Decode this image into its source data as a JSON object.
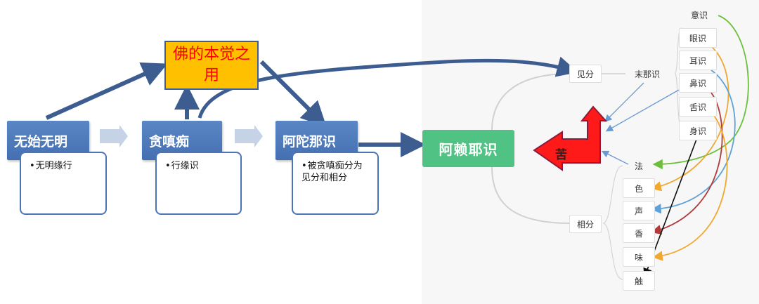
{
  "stages": {
    "wushi": "无始无明",
    "tanchenchi": "贪嗔痴",
    "atuona": "阿陀那识"
  },
  "notes": {
    "wushi": "无明缘行",
    "tanchenchi": "行缘识",
    "atuona": "被贪嗔痴分为见分和相分"
  },
  "fojue": "佛的本觉之用",
  "alaya": "阿赖耶识",
  "ku": "苦",
  "mindmap": {
    "jianfen": "见分",
    "xiangfen": "相分",
    "monashi": "末那识",
    "consciousness": [
      "意识",
      "眼识",
      "耳识",
      "鼻识",
      "舌识",
      "身识"
    ],
    "objects": [
      "法",
      "色",
      "声",
      "香",
      "味",
      "触"
    ]
  }
}
